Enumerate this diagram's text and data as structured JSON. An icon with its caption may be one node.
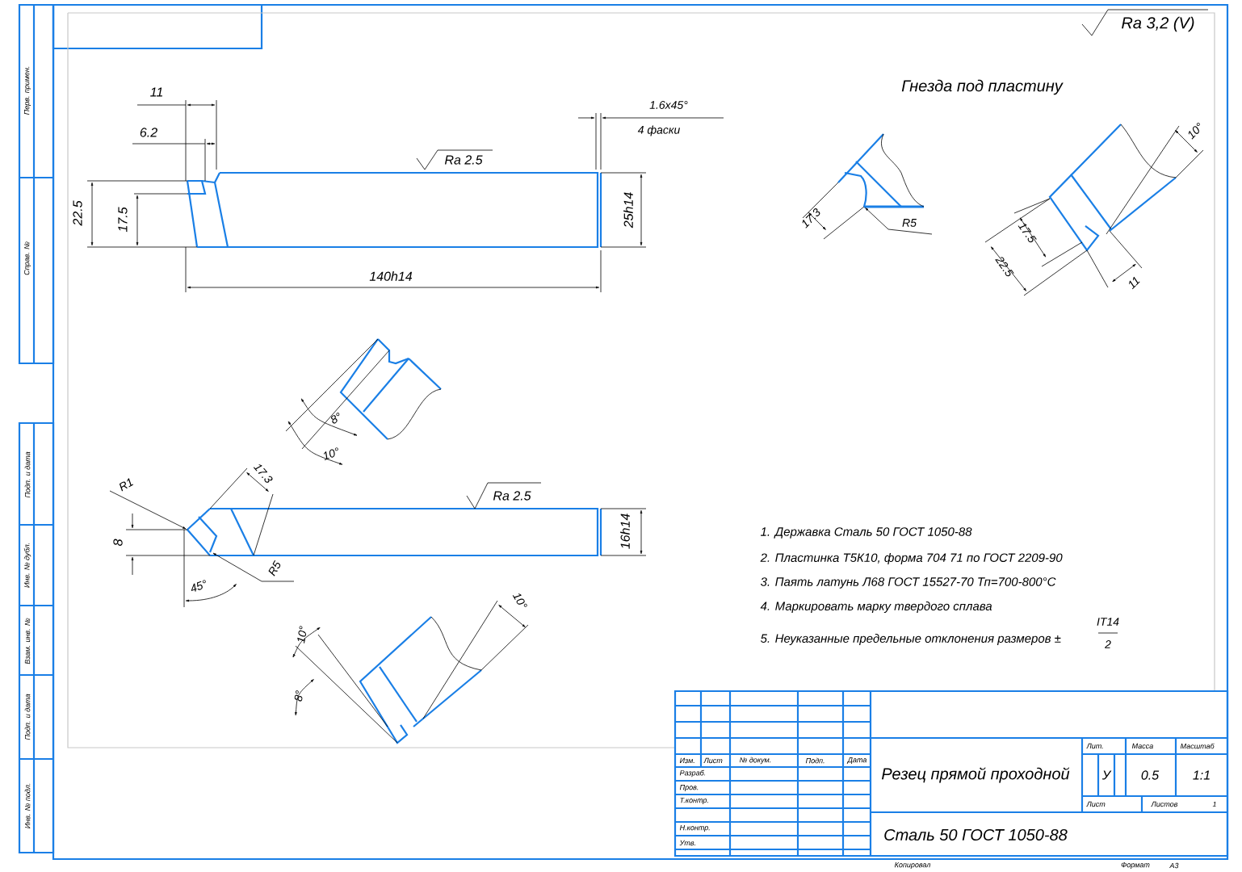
{
  "diagram": {
    "labels": [
      "Ra 3,2 (V)",
      "Гнезда под пластину",
      "11",
      "6.2",
      "1.6x45°",
      "4 фаски",
      "Ra 2.5",
      "22.5",
      "17.5",
      "25h14",
      "140h14",
      "17.3",
      "R5",
      "10°",
      "17.5",
      "22.5",
      "11",
      "8°",
      "10°",
      "R1",
      "17.3",
      "Ra 2.5",
      "8",
      "16h14",
      "R5",
      "45°",
      "10°",
      "10°",
      "8°",
      "1. Державка Сталь 50 ГОСТ 1050-88",
      "2. Пластинка Т5К10, форма 704 71 по ГОСТ 2209-90",
      "3. Паять латунь Л68 ГОСТ 15527-70 Тп=700-800°С",
      "4. Маркировать марку твердого сплава",
      "5. Неуказанные предельные отклонения размеров ±",
      "IT14",
      "2",
      "Изм.",
      "Лист",
      "№ докум.",
      "Подп.",
      "Дата",
      "Разраб.",
      "Пров.",
      "Т.контр.",
      "Н.контр.",
      "Утв.",
      "Резец прямой проходной",
      "Лит.",
      "Масса",
      "Масштаб",
      "У",
      "0.5",
      "1:1",
      "Лист",
      "Листов",
      "1",
      "Сталь 50 ГОСТ 1050-88",
      "Копировал",
      "Формат",
      "А3",
      "Перв. примен.",
      "Справ. №",
      "Подп. и дата",
      "Инв. № дубл.",
      "Взам. инв. №",
      "Подп. и дата",
      "Инв. № подл."
    ]
  }
}
